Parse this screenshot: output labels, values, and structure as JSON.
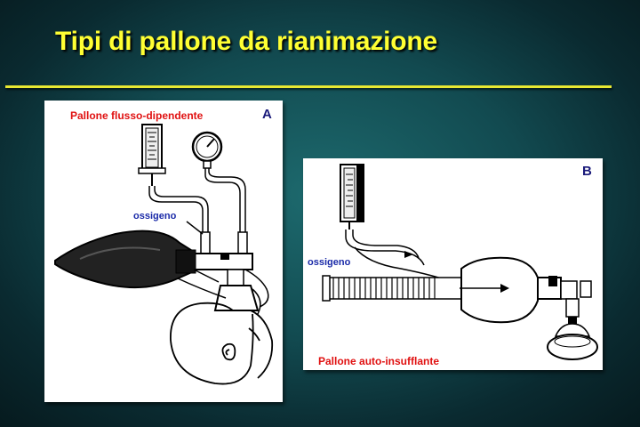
{
  "slide": {
    "title": "Tipi di pallone da rianimazione"
  },
  "panel_a": {
    "letter": "A",
    "caption": "Pallone flusso-dipendente",
    "oxygen_label": "ossigeno"
  },
  "panel_b": {
    "letter": "B",
    "caption": "Pallone auto-insufflante",
    "oxygen_label": "ossigeno"
  },
  "colors": {
    "title": "#ffff33",
    "caption": "#e01010",
    "label": "#1a2aa8"
  }
}
